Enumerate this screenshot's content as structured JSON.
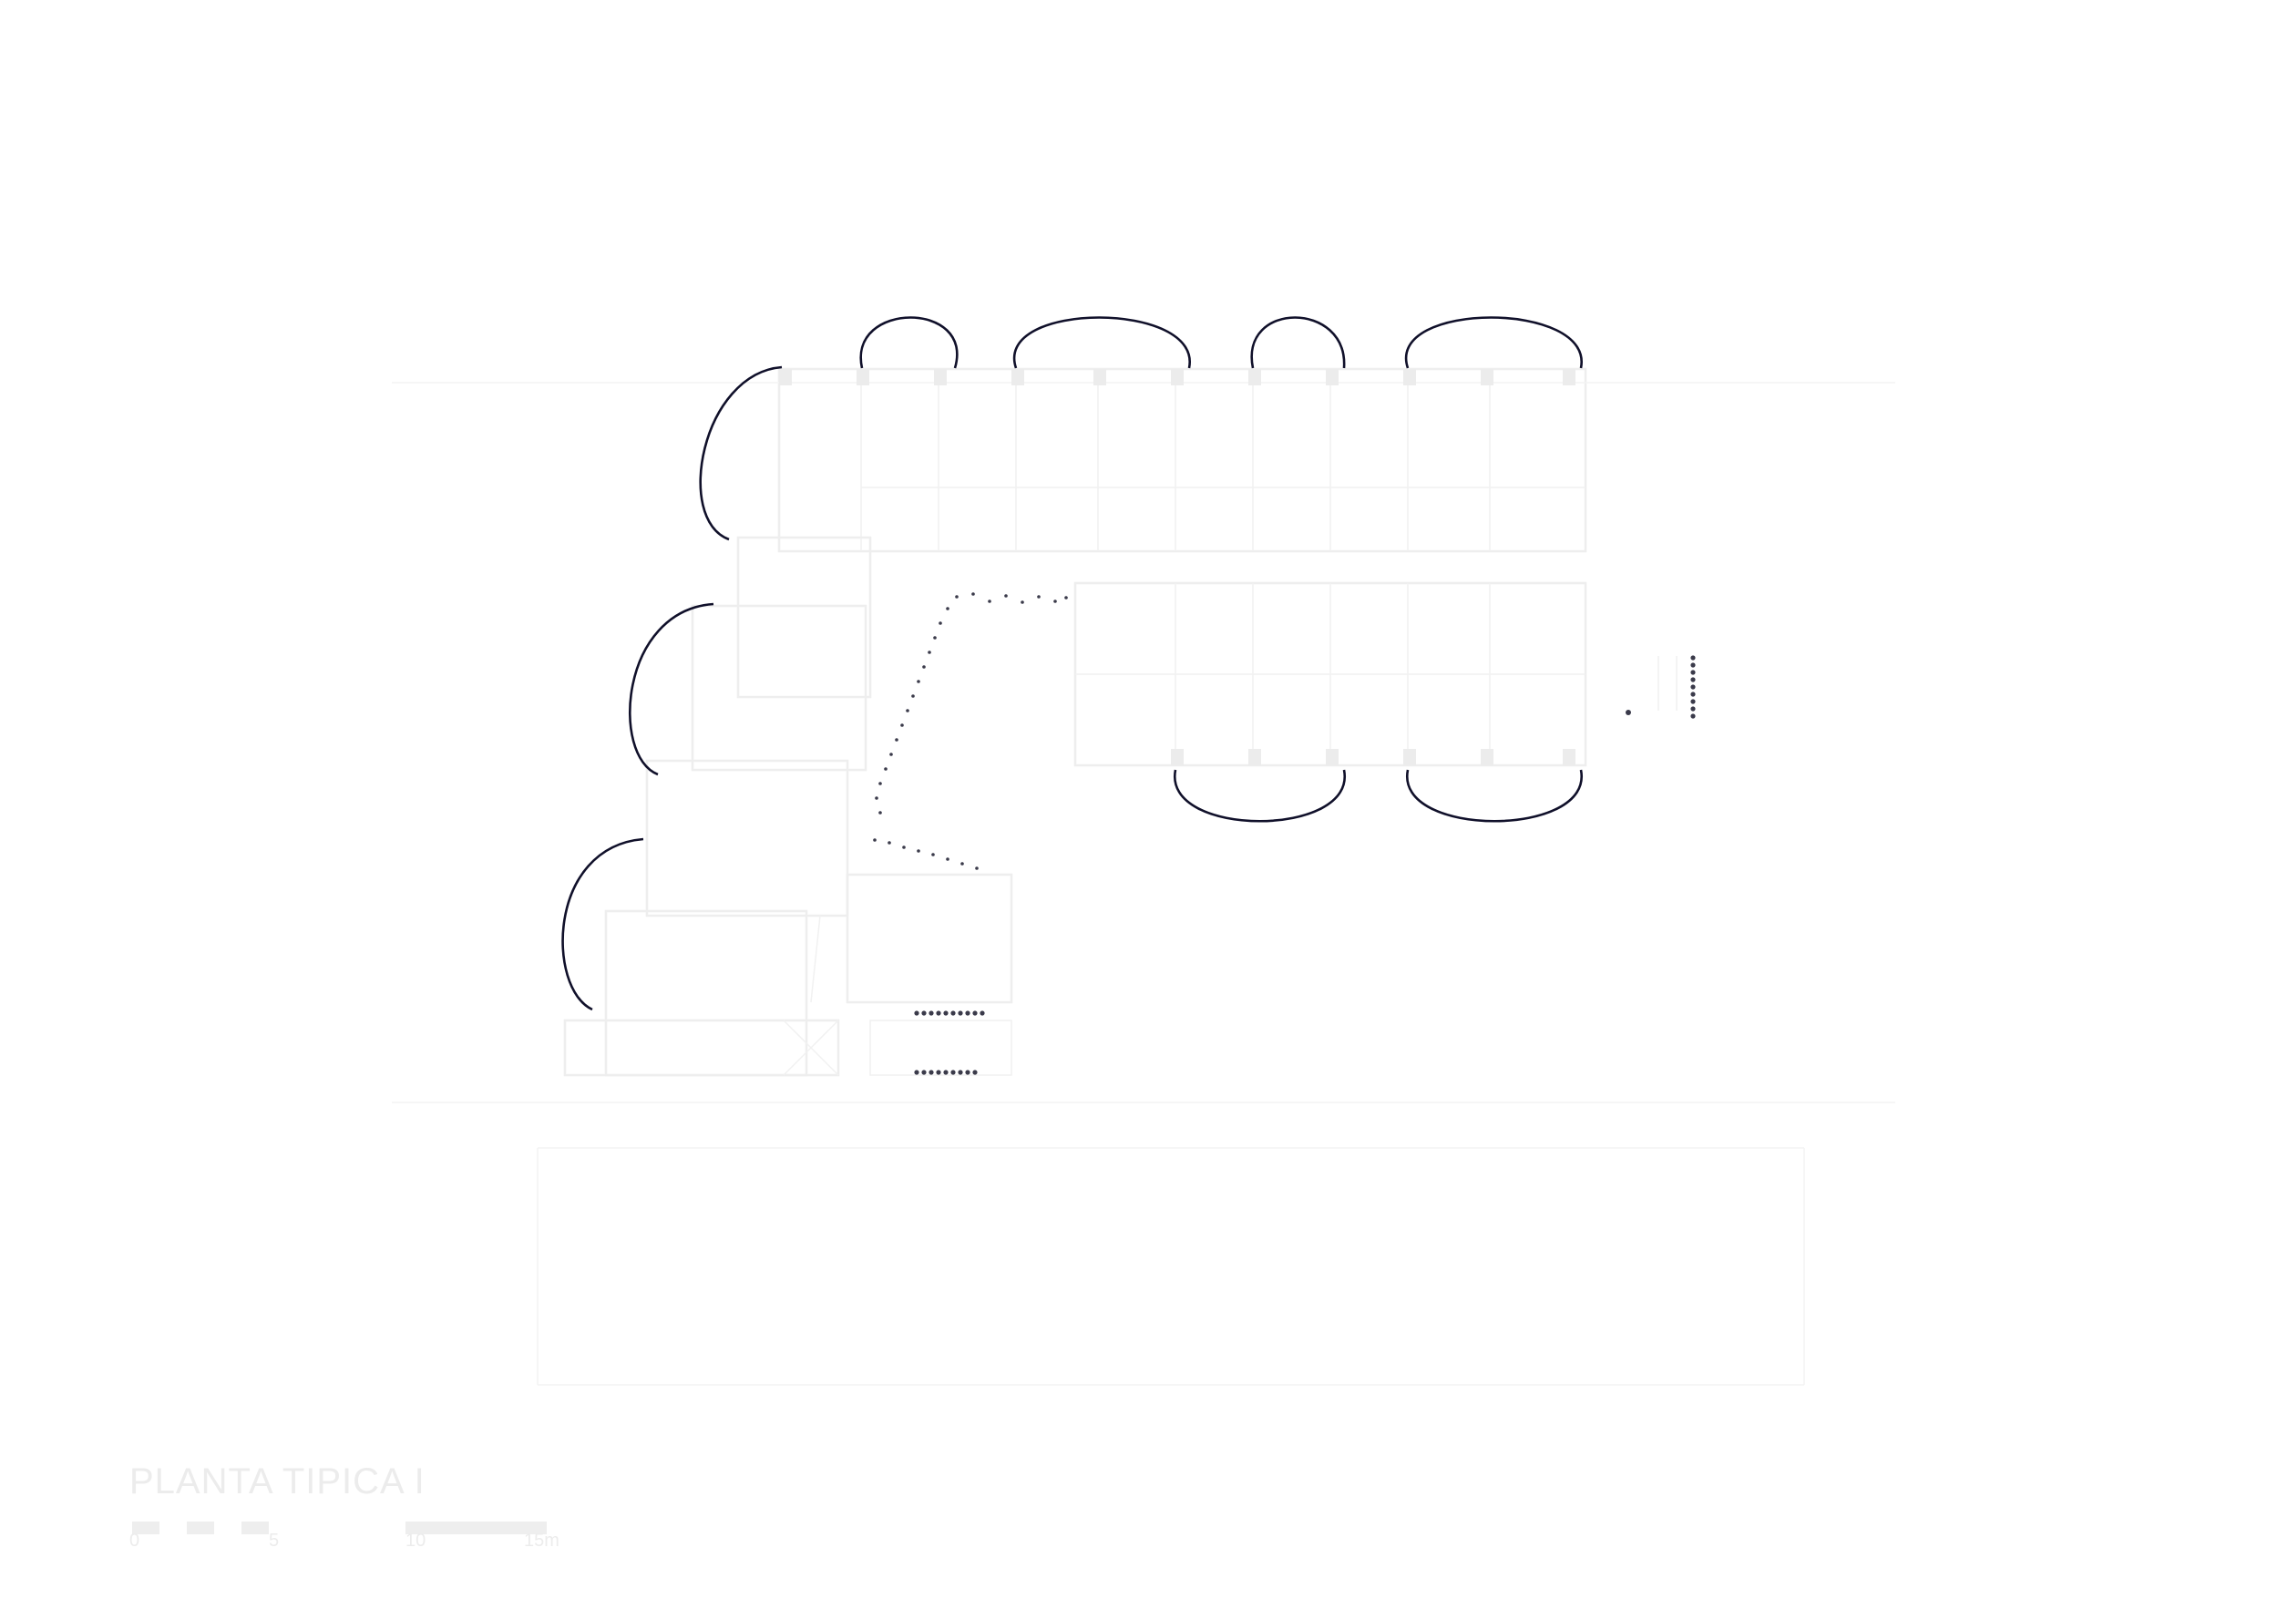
{
  "drawing": {
    "title": "PLANTA TIPICA I"
  },
  "scale_bar": {
    "labels": [
      "0",
      "5",
      "10",
      "15m"
    ]
  },
  "colors": {
    "balcony_line": "#10102a",
    "walls": "#eeeeee",
    "markers": "#3a3a4a"
  }
}
